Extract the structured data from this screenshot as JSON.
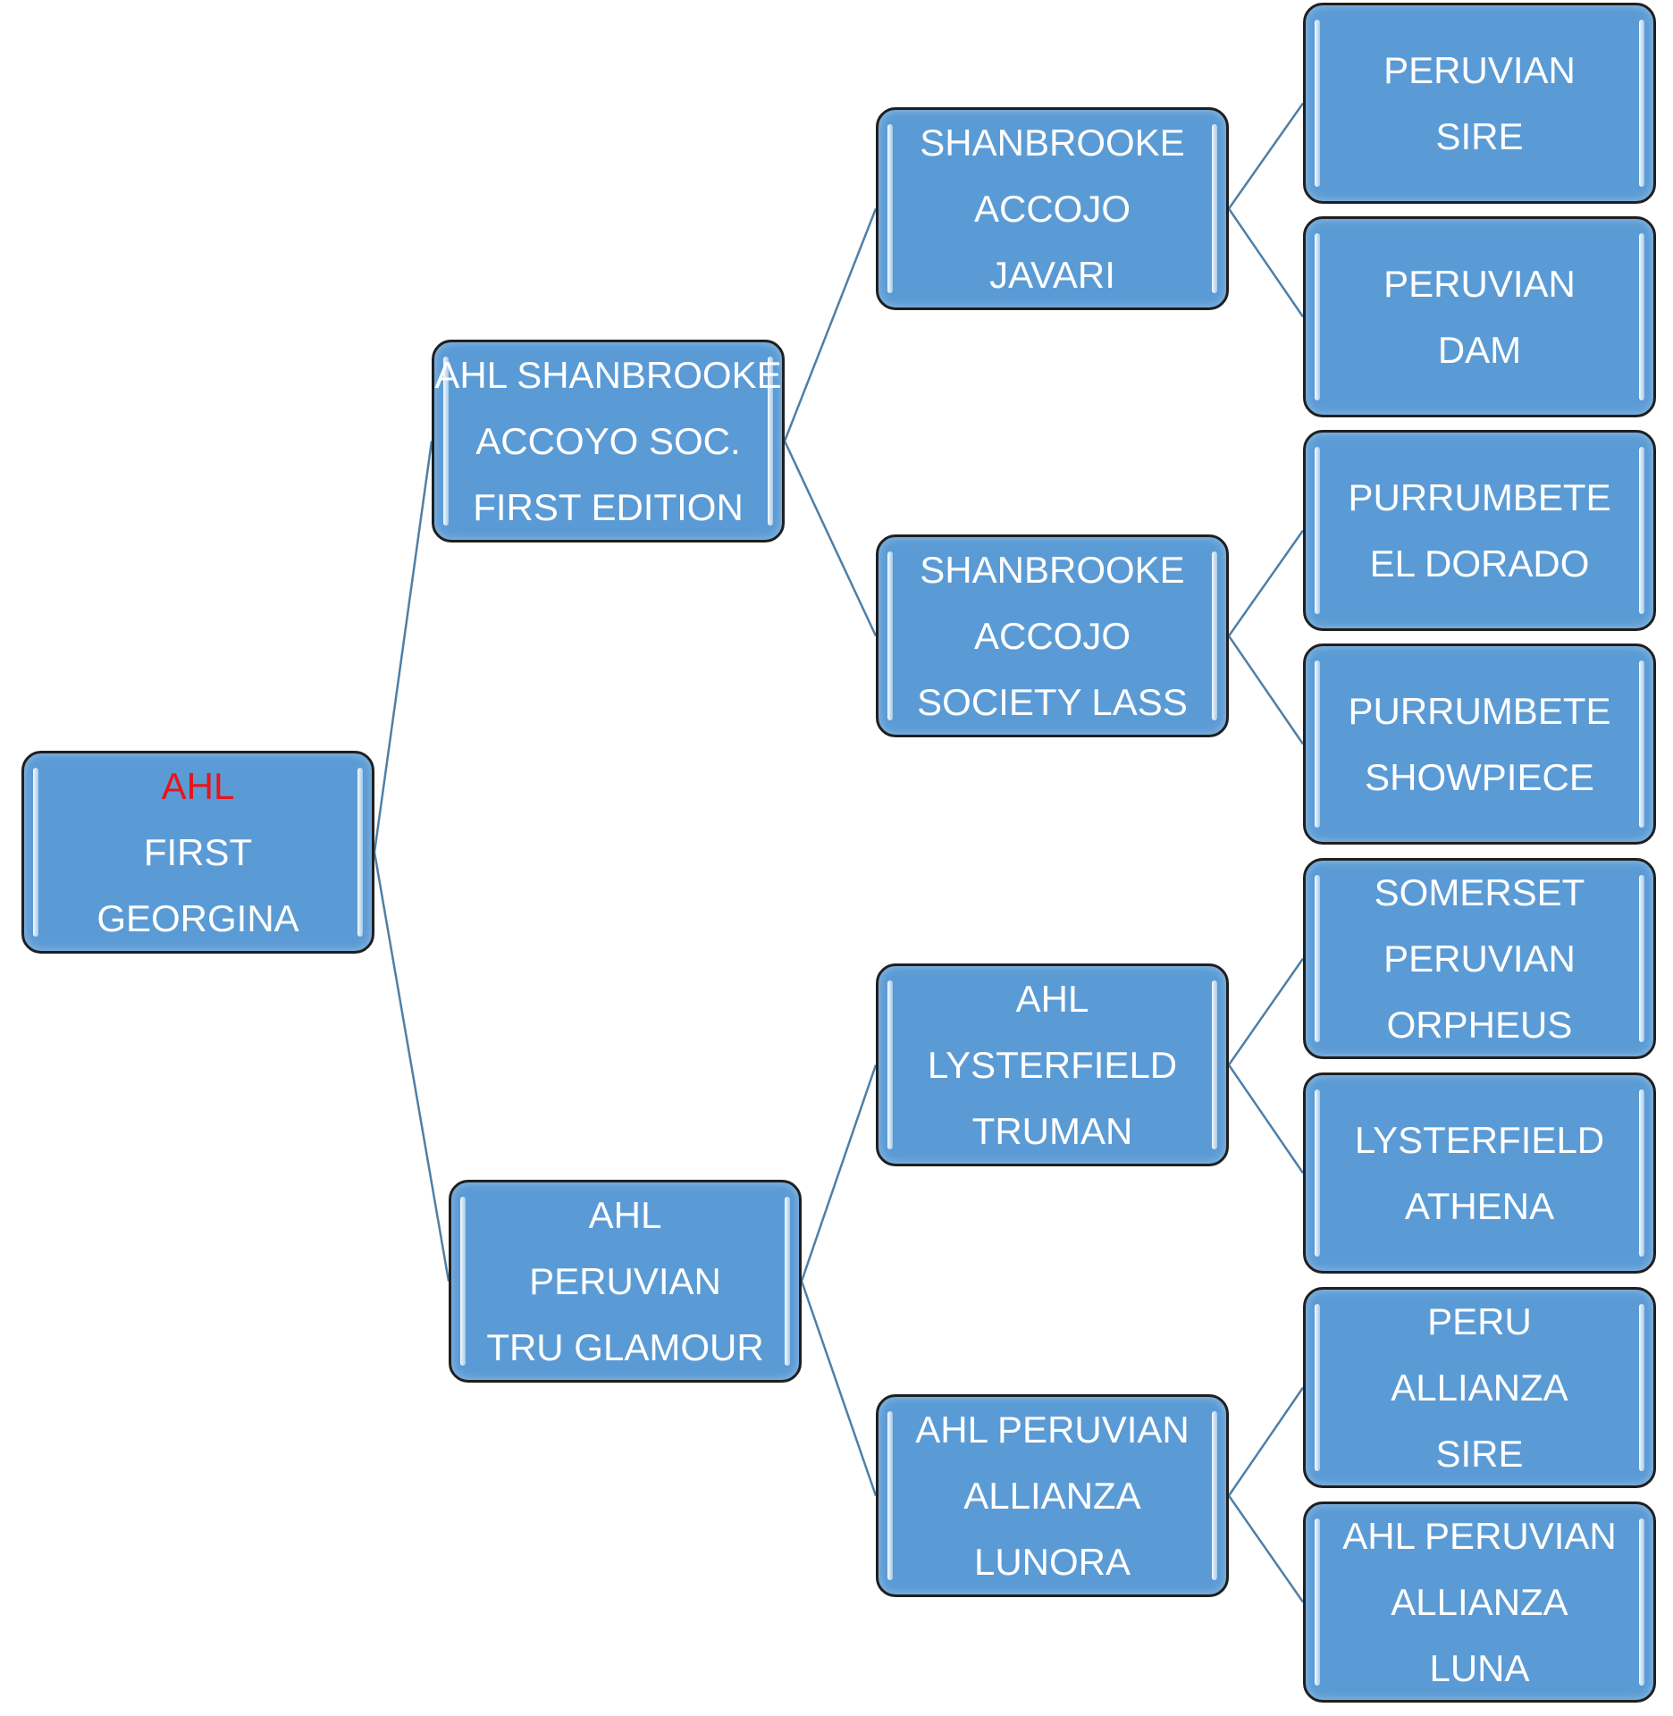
{
  "colors": {
    "node_fill": "#5b9bd5",
    "node_border": "#1f1f1f",
    "node_text": "#ffffff",
    "accent_text": "#e8141b",
    "connector": "#4f7fa6"
  },
  "tree": {
    "root": {
      "lines": [
        "AHL",
        "FIRST",
        "GEORGINA"
      ]
    },
    "sire": {
      "lines": [
        "AHL SHANBROOKE",
        "ACCOYO SOC.",
        "FIRST EDITION"
      ]
    },
    "dam": {
      "lines": [
        "AHL",
        "PERUVIAN",
        "TRU GLAMOUR"
      ]
    },
    "sire_sire": {
      "lines": [
        "SHANBROOKE",
        "ACCOJO",
        "JAVARI"
      ]
    },
    "sire_dam": {
      "lines": [
        "SHANBROOKE",
        "ACCOJO",
        "SOCIETY LASS"
      ]
    },
    "dam_sire": {
      "lines": [
        "AHL",
        "LYSTERFIELD",
        "TRUMAN"
      ]
    },
    "dam_dam": {
      "lines": [
        "AHL PERUVIAN",
        "ALLIANZA",
        "LUNORA"
      ]
    },
    "ss_sire": {
      "lines": [
        "PERUVIAN",
        "SIRE"
      ]
    },
    "ss_dam": {
      "lines": [
        "PERUVIAN",
        "DAM"
      ]
    },
    "sd_sire": {
      "lines": [
        "PURRUMBETE",
        "EL DORADO"
      ]
    },
    "sd_dam": {
      "lines": [
        "PURRUMBETE",
        "SHOWPIECE"
      ]
    },
    "ds_sire": {
      "lines": [
        "SOMERSET",
        "PERUVIAN",
        "ORPHEUS"
      ]
    },
    "ds_dam": {
      "lines": [
        "LYSTERFIELD",
        "ATHENA"
      ]
    },
    "dd_sire": {
      "lines": [
        "PERU",
        "ALLIANZA",
        "SIRE"
      ]
    },
    "dd_dam": {
      "lines": [
        "AHL PERUVIAN",
        "ALLIANZA",
        "LUNA"
      ]
    }
  }
}
